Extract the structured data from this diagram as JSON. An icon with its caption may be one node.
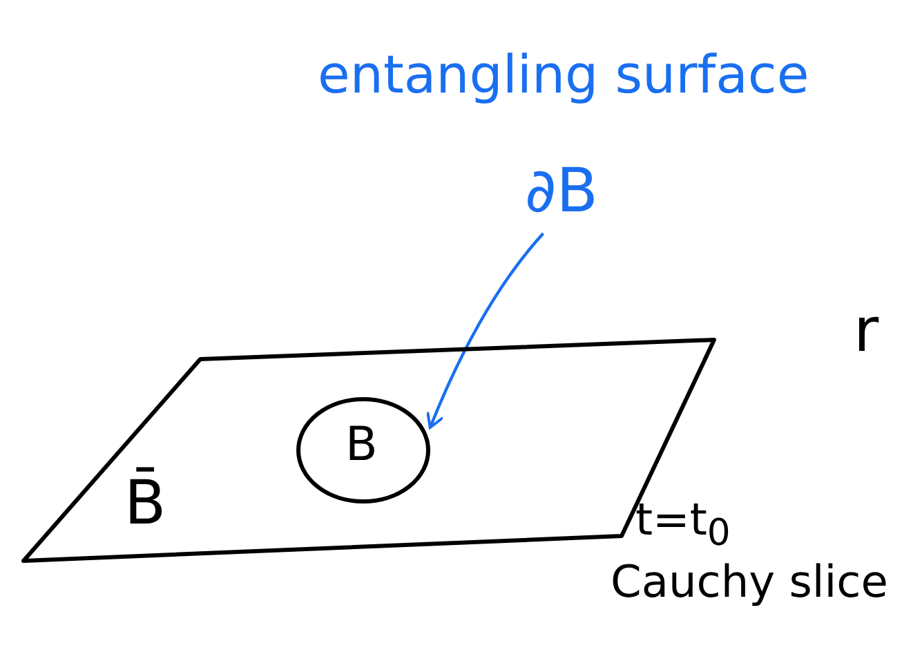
{
  "diagram": {
    "nodes": [
      {
        "text": [
          "B̄"
        ],
        "beside": [
          "t=t$_{0}$",
          "Cauchy slice"
        ]
      },
      {
        "text": [
          "B"
        ],
        "in": 0
      },
      {
        "text": [
          "entangling surface",
          "∂B"
        ]
      }
    ],
    "edges": [
      {
        "from": 2,
        "to": 1,
        "arrow": "to",
        "color": "#1a6ff0"
      }
    ],
    "labels": [
      "r"
    ]
  }
}
